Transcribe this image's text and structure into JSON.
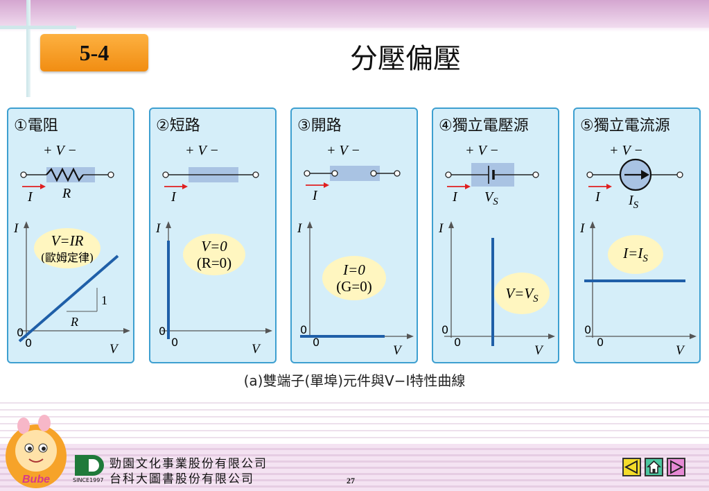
{
  "header": {
    "badge": "5-4",
    "title": "分壓偏壓"
  },
  "panels": [
    {
      "title": "①電阻",
      "polarity": "+ V −",
      "current": "I",
      "element": "R",
      "eq1": "V=IR",
      "eq2": "(歐姆定律)",
      "slope_rise": "1",
      "slope_run": "R",
      "y_axis": "I",
      "x_axis": "V",
      "origin": "0"
    },
    {
      "title": "②短路",
      "polarity": "+ V −",
      "current": "I",
      "eq1": "V=0",
      "eq2": "(R=0)",
      "y_axis": "I",
      "x_axis": "V",
      "origin": "0"
    },
    {
      "title": "③開路",
      "polarity": "+ V −",
      "current": "I",
      "eq1": "I=0",
      "eq2": "(G=0)",
      "y_axis": "I",
      "x_axis": "V",
      "origin": "0"
    },
    {
      "title": "④獨立電壓源",
      "polarity": "+ V −",
      "current": "I",
      "element": "V",
      "element_sub": "S",
      "eq1": "V=V",
      "eq1_sub": "S",
      "y_axis": "I",
      "x_axis": "V",
      "origin": "0"
    },
    {
      "title": "⑤獨立電流源",
      "polarity": "+ V −",
      "current": "I",
      "element": "I",
      "element_sub": "S",
      "eq1": "I=I",
      "eq1_sub": "S",
      "y_axis": "I",
      "x_axis": "V",
      "origin": "0"
    }
  ],
  "caption": "(a)雙端子(單埠)元件與V−I特性曲線",
  "footer": {
    "company1": "勁園文化事業股份有限公司",
    "company2": "台科大圖書股份有限公司",
    "since": "SINCE1997",
    "page_number": "27",
    "mascot_label": "Bube"
  },
  "colors": {
    "panel_bg": "#d5eef9",
    "panel_border": "#3d9fd0",
    "curve": "#1f5fa8",
    "badge": "#f7a02a",
    "bubble": "#fff6c0",
    "arrow_red": "#e02020"
  }
}
